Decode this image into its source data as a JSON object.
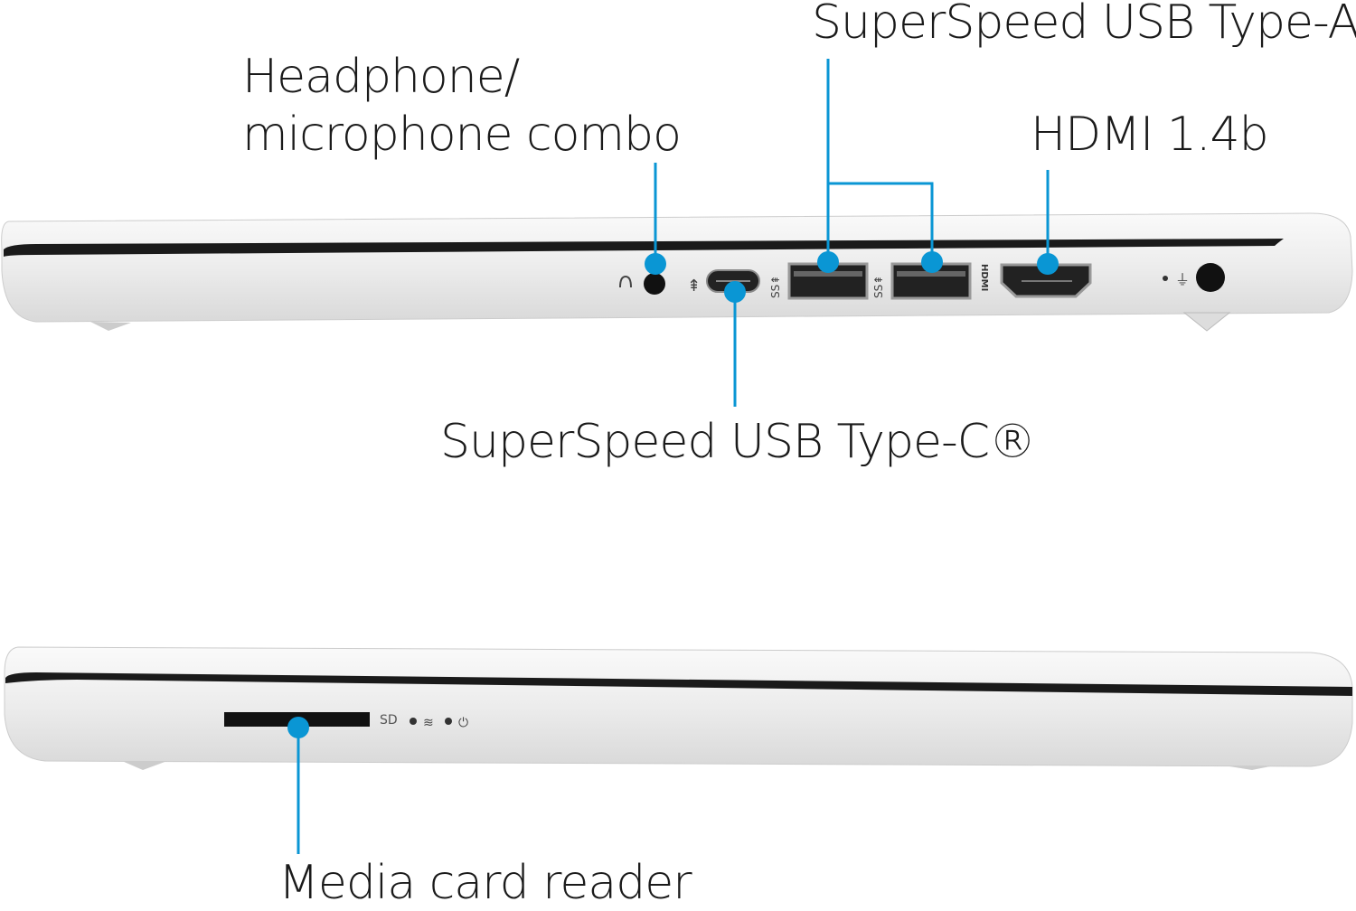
{
  "labels": {
    "headphone_line1": "Headphone/",
    "headphone_line2": "microphone combo",
    "usb_a": "SuperSpeed USB Type-A",
    "hdmi": "HDMI 1.4b",
    "usb_c": "SuperSpeed USB Type-C®",
    "media_card": "Media card reader"
  },
  "port_marks": {
    "sd": "SD",
    "hdmi_mark": "HDMI"
  },
  "colors": {
    "callout": "#0a96d4",
    "body": "#eeeeee",
    "port": "#111111"
  }
}
